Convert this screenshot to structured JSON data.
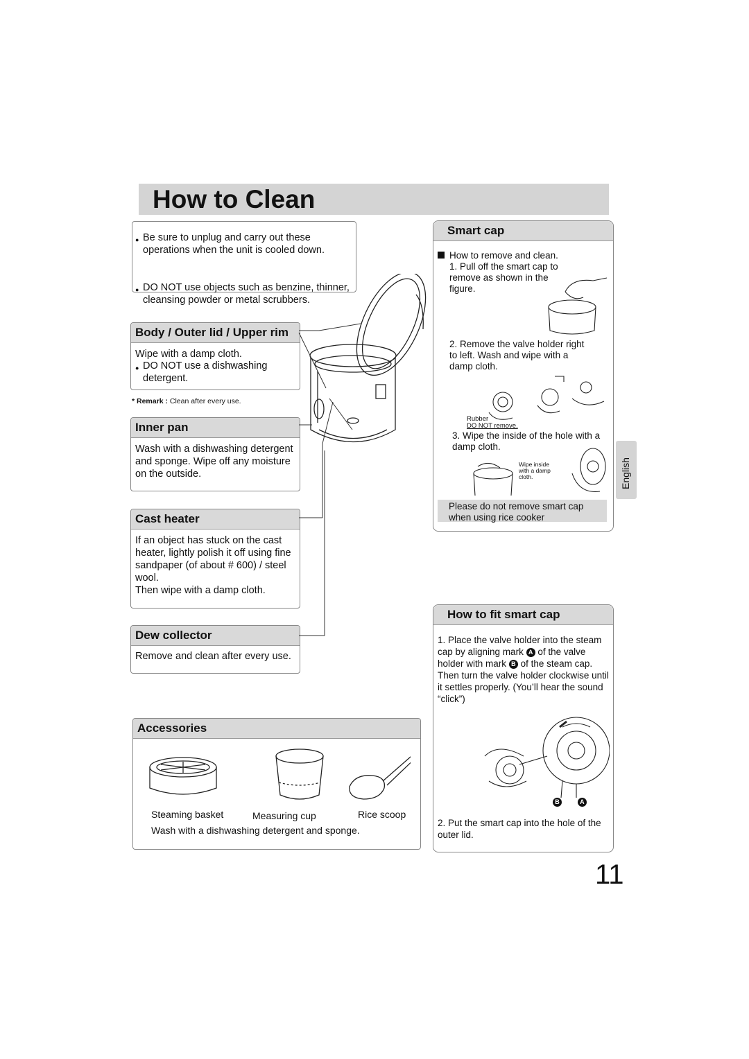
{
  "page_title": "How to Clean",
  "intro": {
    "bullet1": "Be sure to unplug and carry out these operations when the unit is cooled down.",
    "bullet2": "DO NOT use objects such as benzine, thinner, cleansing powder or metal scrubbers."
  },
  "body": {
    "heading": "Body / Outer lid / Upper rim",
    "line1": "Wipe with a damp cloth.",
    "bullet": "DO NOT use a dishwashing detergent.",
    "remark_label": "* Remark :",
    "remark_text": "Clean after every use."
  },
  "inner_pan": {
    "heading": "Inner pan",
    "text": "Wash with a dishwashing detergent and sponge. Wipe off any moisture on the outside."
  },
  "cast_heater": {
    "heading": "Cast heater",
    "text1": "If an object has stuck on the cast heater, lightly polish it off using fine sandpaper (of about # 600) / steel wool.",
    "text2": "Then wipe with a damp cloth."
  },
  "dew_collector": {
    "heading": "Dew collector",
    "text": "Remove and clean after every use."
  },
  "accessories": {
    "heading": "Accessories",
    "items": [
      "Steaming basket",
      "Measuring cup",
      "Rice scoop"
    ],
    "note": "Wash with a dishwashing detergent and sponge."
  },
  "smart_cap": {
    "heading": "Smart cap",
    "intro": "How to remove and clean.",
    "step1": "1. Pull off the smart cap to remove as shown in the figure.",
    "step2": "2. Remove the valve holder right to left. Wash and wipe with a damp cloth.",
    "rubber": "Rubber",
    "rubber_note": "DO NOT remove.",
    "step3": "3. Wipe the inside of the hole with a damp cloth.",
    "wipe_note": "Wipe inside with a damp cloth.",
    "notice": "Please do not remove smart cap when using rice cooker"
  },
  "fit_smart_cap": {
    "heading": "How to fit smart cap",
    "step1a": "1. Place the valve holder into the steam cap by aligning mark",
    "mark_a": "A",
    "step1b": "of the valve holder with mark",
    "mark_b": "B",
    "step1c": "of the steam cap. Then turn the valve holder clockwise until it settles properly. (You’ll hear the sound “click”)",
    "step2": "2. Put the smart cap into the hole of the outer lid."
  },
  "side_tab": "English",
  "page_number": "11"
}
